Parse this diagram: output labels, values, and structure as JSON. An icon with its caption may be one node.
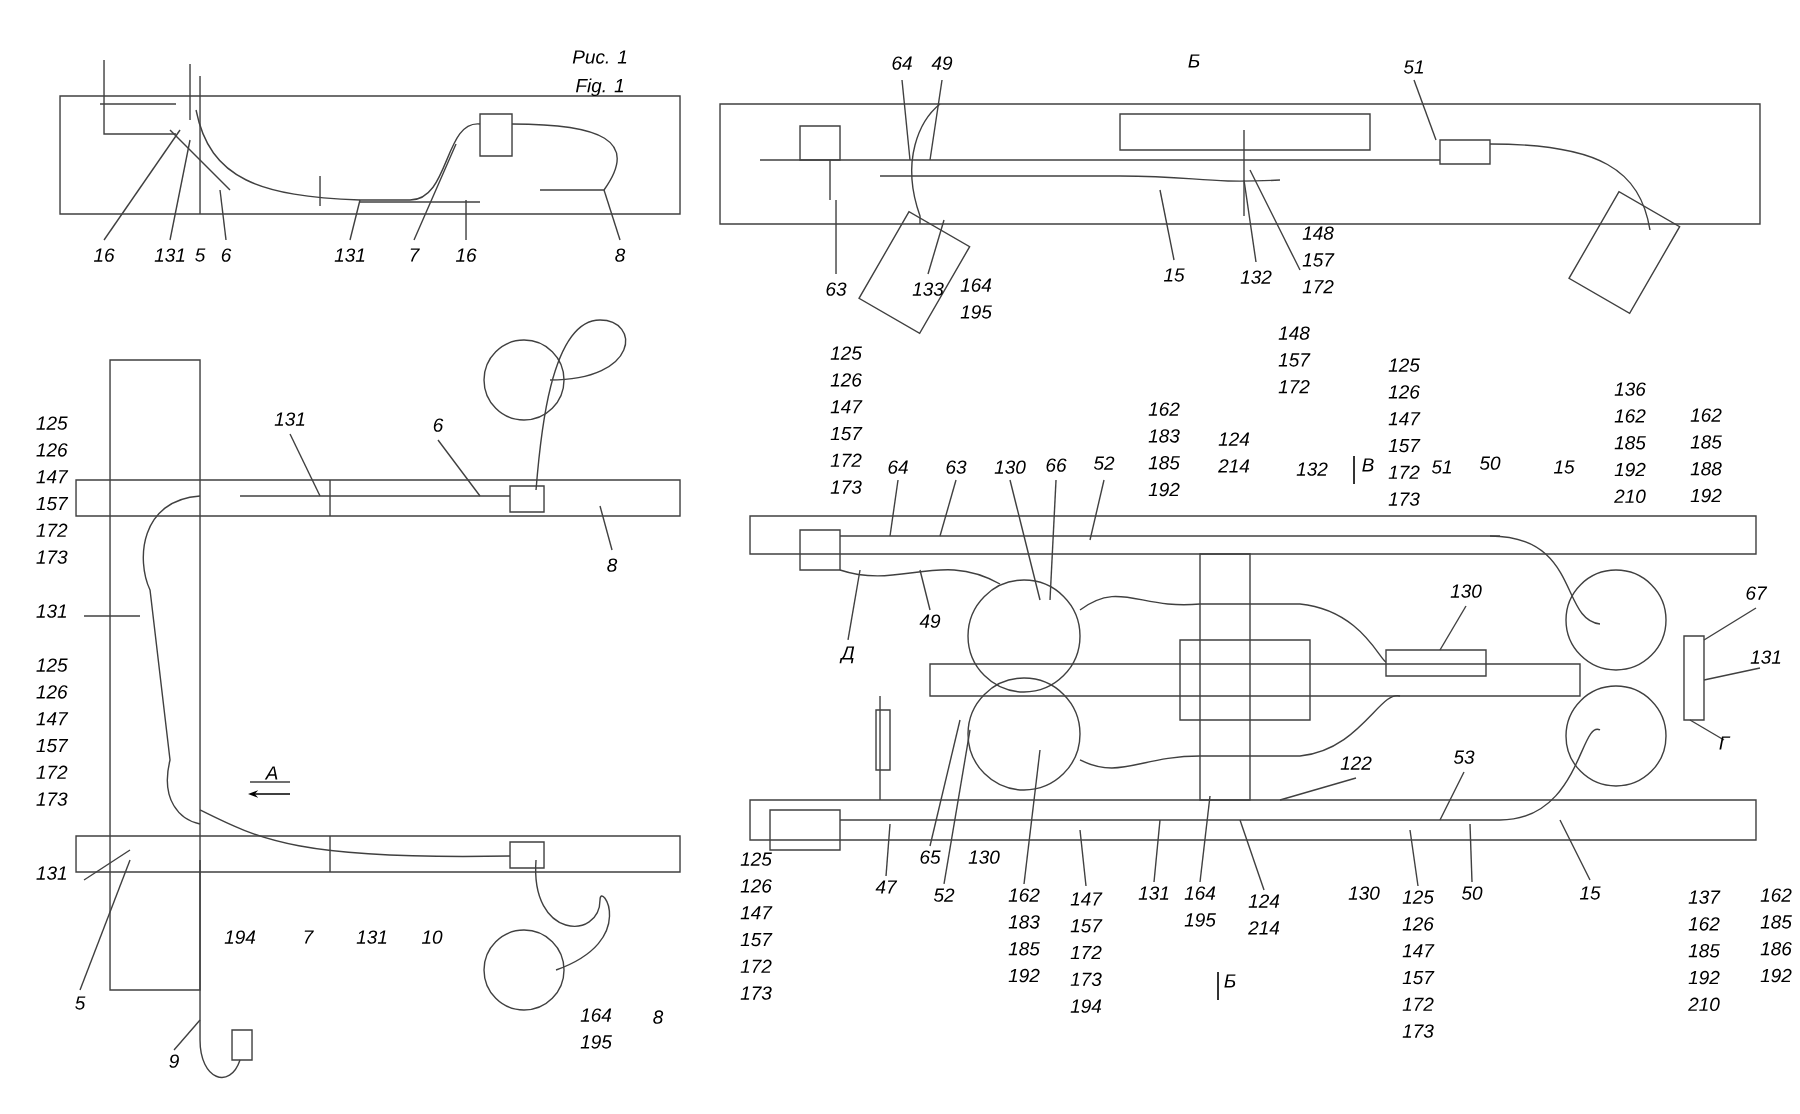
{
  "diagram": {
    "labels": [
      "Рис. 1",
      "Fig. 1",
      "16",
      "131",
      "5",
      "6",
      "131",
      "7",
      "16",
      "8",
      "64",
      "49",
      "Б",
      "51",
      "63",
      "133",
      "164 195",
      "15",
      "132",
      "148 157 172",
      "125 126 147 157 172 173",
      "131",
      "6",
      "8",
      "131",
      "125 126 147 157 172 173",
      "А",
      "131",
      "194",
      "7",
      "131",
      "10",
      "5",
      "164 195",
      "8",
      "9",
      "125 126 147 157 172 173",
      "64",
      "63",
      "130",
      "66",
      "52",
      "162 183 185 192",
      "148 157 172",
      "124 214",
      "132",
      "В",
      "125 126 147 157 172 173",
      "51",
      "50",
      "15",
      "136 162 185 192 210",
      "162 185 188 192",
      "Д",
      "49",
      "130",
      "67",
      "131",
      "122",
      "53",
      "Г",
      "125 126 147 157 172 173",
      "47",
      "65",
      "52",
      "130",
      "162 183 185 192",
      "147 157 172 173 194",
      "131",
      "164 195",
      "124 214",
      "Б",
      "130",
      "125 126 147 157 172 173",
      "50",
      "15",
      "137 162 185 192 210",
      "162 185 186 192"
    ]
  }
}
